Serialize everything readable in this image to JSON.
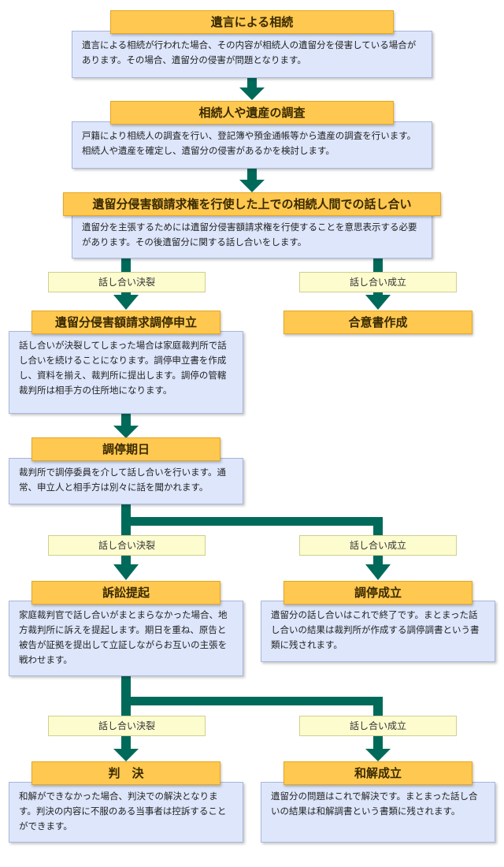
{
  "steps": [
    {
      "title": "遺言による相続",
      "desc": "遺言による相続が行われた場合、その内容が相続人の遺留分を侵害している場合があります。その場合、遺留分の侵害が問題となります。"
    },
    {
      "title": "相続人や遺産の調査",
      "desc": "戸籍により相続人の調査を行い、登記簿や預金通帳等から遺産の調査を行います。相続人や遺産を確定し、遺留分の侵害があるかを検討します。"
    },
    {
      "title": "遺留分侵害額請求権を行使した上での相続人間での話し合い",
      "desc": "遺留分を主張するためには遺留分侵害額請求権を行使することを意思表示する必要があります。その後遺留分に関する話し合いをします。"
    },
    {
      "title": "遺留分侵害額請求調停申立",
      "desc": "話し合いが決裂してしまった場合は家庭裁判所で話し合いを続けることになります。調停申立書を作成し、資料を揃え、裁判所に提出します。調停の管轄裁判所は相手方の住所地になります。"
    },
    {
      "title": "合意書作成"
    },
    {
      "title": "調停期日",
      "desc": "裁判所で調停委員を介して話し合いを行います。通常、申立人と相手方は別々に話を聞かれます。"
    },
    {
      "title": "訴訟提起",
      "desc": "家庭裁判官で話し合いがまとまらなかった場合、地方裁判所に訴えを提起します。期日を重ね、原告と被告が証拠を提出して立証しながらお互いの主張を戦わせます。"
    },
    {
      "title": "調停成立",
      "desc": "遺留分の話し合いはこれで終了です。まとまった話し合いの結果は裁判所が作成する調停調書という書類に残されます。"
    },
    {
      "title": "判　決",
      "desc": "和解ができなかった場合、判決での解決となります。判決の内容に不服のある当事者は控訴することができます。"
    },
    {
      "title": "和解成立",
      "desc": "遺留分の問題はこれで解決です。まとまった話し合いの結果は和解調書という書類に残されます。"
    }
  ],
  "labels": {
    "fail": "話し合い決裂",
    "success": "話し合い成立"
  },
  "colors": {
    "arrow": "#006a5a",
    "title_bg": "#ffc850",
    "desc_bg": "#dde6fb",
    "label_bg": "#fdfccf"
  }
}
